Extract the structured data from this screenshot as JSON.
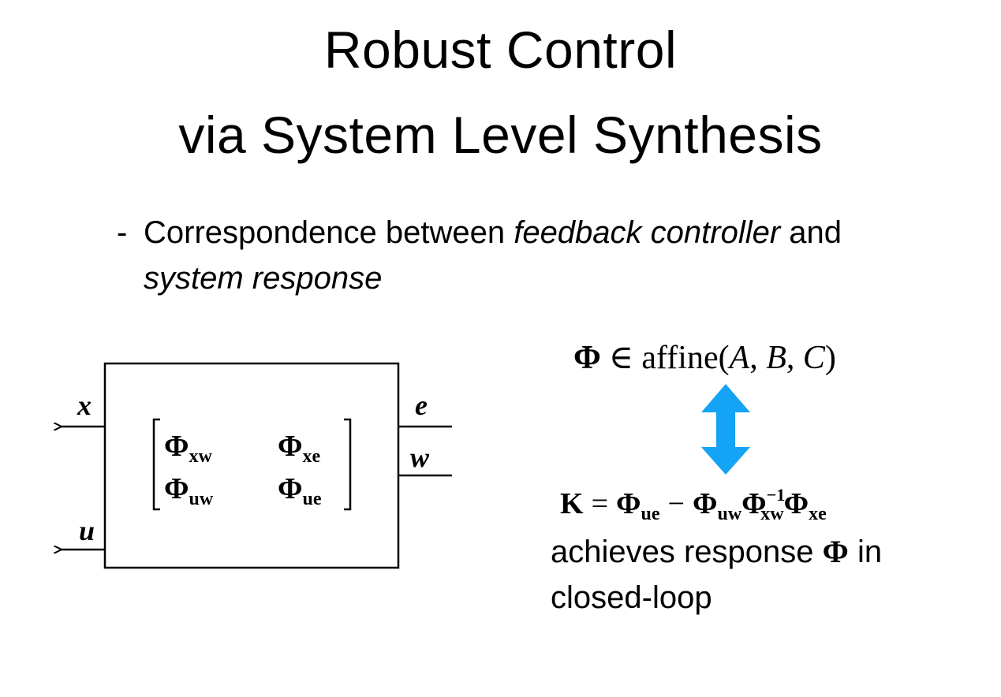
{
  "slide": {
    "title_line1": "Robust Control",
    "title_line2": "via System Level Synthesis",
    "bullet": {
      "prefix": "Correspondence between ",
      "italic1": "feedback controller",
      "middle": " and",
      "italic2": "system response"
    }
  },
  "diagram": {
    "label_x": "x",
    "label_u": "u",
    "label_e": "e",
    "label_w": "w",
    "phi": "Φ",
    "sub_xw": "xw",
    "sub_xe": "xe",
    "sub_uw": "uw",
    "sub_ue": "ue"
  },
  "relation": {
    "affine_prefix": "∈ affine(",
    "A": "A",
    "sep1": ", ",
    "B": "B",
    "sep2": ", ",
    "C": "C",
    "affine_suffix": ")",
    "arrow_color": "#14a3f5",
    "K": "K",
    "equals": "=",
    "minus": "−",
    "inv_exp": "−1",
    "achieves_text": "achieves response",
    "in_text": "in",
    "closed_loop_text": "closed-loop"
  }
}
